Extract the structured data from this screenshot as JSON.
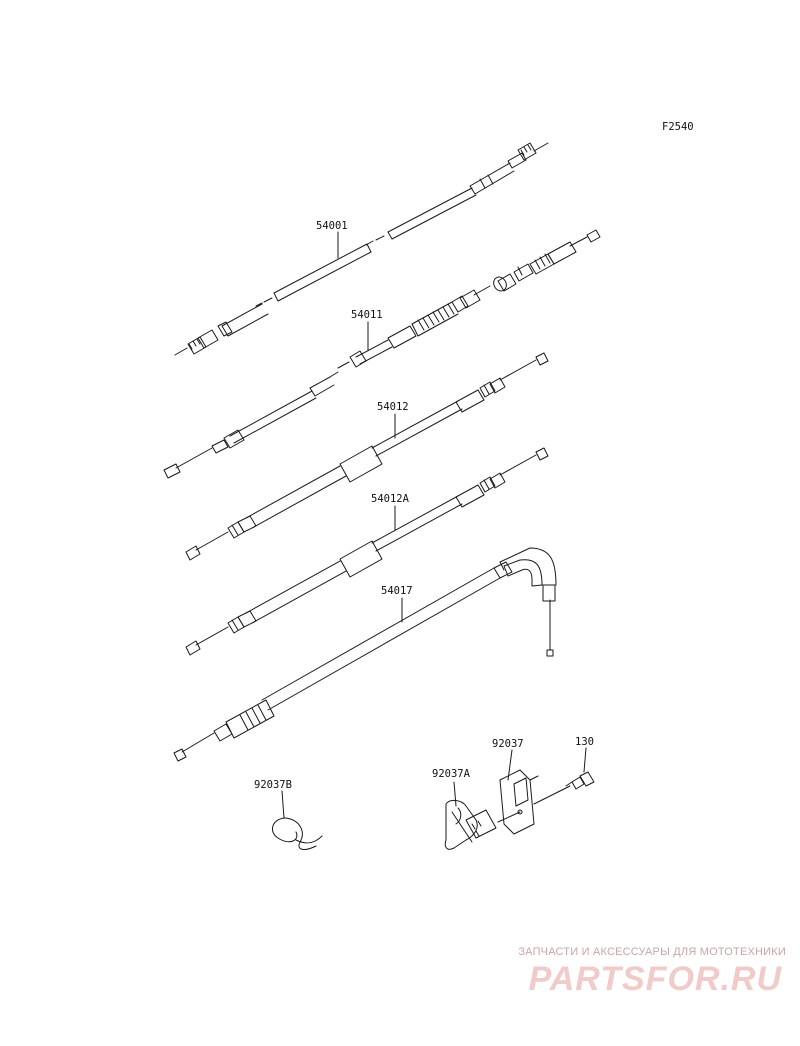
{
  "figure_code": "F2540",
  "parts": {
    "p54001": "54001",
    "p54011": "54011",
    "p54012": "54012",
    "p54012A": "54012A",
    "p54017": "54017",
    "p92037": "92037",
    "p130": "130",
    "p92037A": "92037A",
    "p92037B": "92037B"
  },
  "watermark": {
    "tagline": "ЗАПЧАСТИ И АКСЕССУАРЫ ДЛЯ МОТОТЕХНИКИ",
    "logo": "PARTSFOR.RU"
  },
  "colors": {
    "line": "#1a1a1a",
    "watermark": "#e8a8a8"
  }
}
